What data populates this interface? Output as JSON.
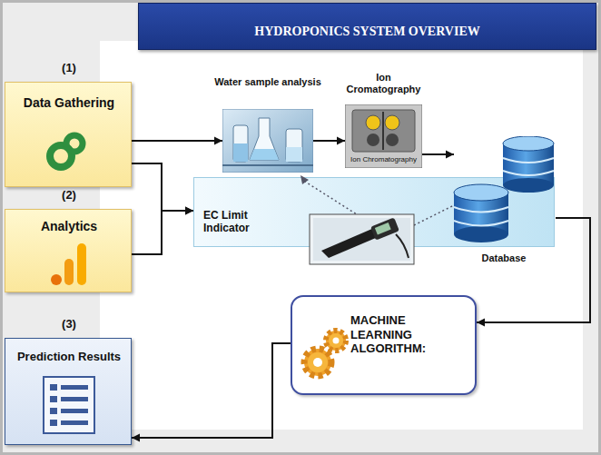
{
  "diagram": {
    "title": "HYDROPONICS SYSTEM OVERVIEW",
    "nodes": [
      {
        "text": [
          "(1)",
          "Data Gathering"
        ]
      },
      {
        "text": [
          "(2)",
          "Analytics"
        ]
      },
      {
        "text": [
          "(3)",
          "Prediction Results"
        ]
      },
      {
        "text": [
          "Water sample analysis"
        ]
      },
      {
        "text": [
          "Ion Cromatography",
          "Ion Chromatography"
        ]
      },
      {
        "text": [
          "EC Limit Indicator"
        ]
      },
      {
        "text": [
          "Database"
        ]
      },
      {
        "text": [
          "MACHINE LEARNING ALGORITHM:"
        ]
      }
    ],
    "edges": [
      {
        "from": 0,
        "to": 3,
        "arrow": "to"
      },
      {
        "from": 0,
        "to": 5,
        "arrow": "to"
      },
      {
        "from": 1,
        "to": 5,
        "arrow": "to"
      },
      {
        "from": 3,
        "to": 4,
        "arrow": "to"
      },
      {
        "from": 4,
        "to": 6,
        "arrow": "to"
      },
      {
        "from": 6,
        "to": 7,
        "arrow": "to"
      },
      {
        "from": 7,
        "to": 2,
        "arrow": "to"
      }
    ]
  }
}
